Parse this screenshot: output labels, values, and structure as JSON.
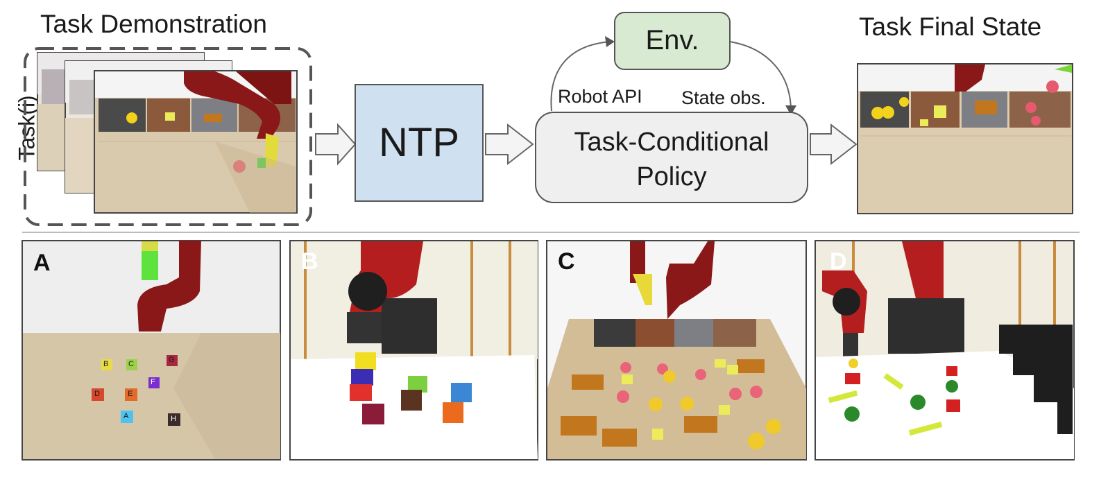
{
  "top": {
    "demo_title": "Task Demonstration",
    "task_label": "Task(i)",
    "ntp_label": "NTP",
    "env_label": "Env.",
    "robot_api_label": "Robot API",
    "state_obs_label": "State obs.",
    "policy_label_line1": "Task-Conditional",
    "policy_label_line2": "Policy",
    "final_title": "Task Final State"
  },
  "panels": [
    {
      "letter": "A"
    },
    {
      "letter": "B"
    },
    {
      "letter": "C"
    },
    {
      "letter": "D"
    }
  ],
  "block_letters_a": [
    "B",
    "C",
    "G",
    "D",
    "E",
    "F",
    "A",
    "H"
  ],
  "colors": {
    "ntp_fill": "#cfe0f0",
    "env_fill": "#d9ead3",
    "policy_fill": "#efefef",
    "robot_red": "#8a1818",
    "table_wood": "#d8c6a6"
  }
}
